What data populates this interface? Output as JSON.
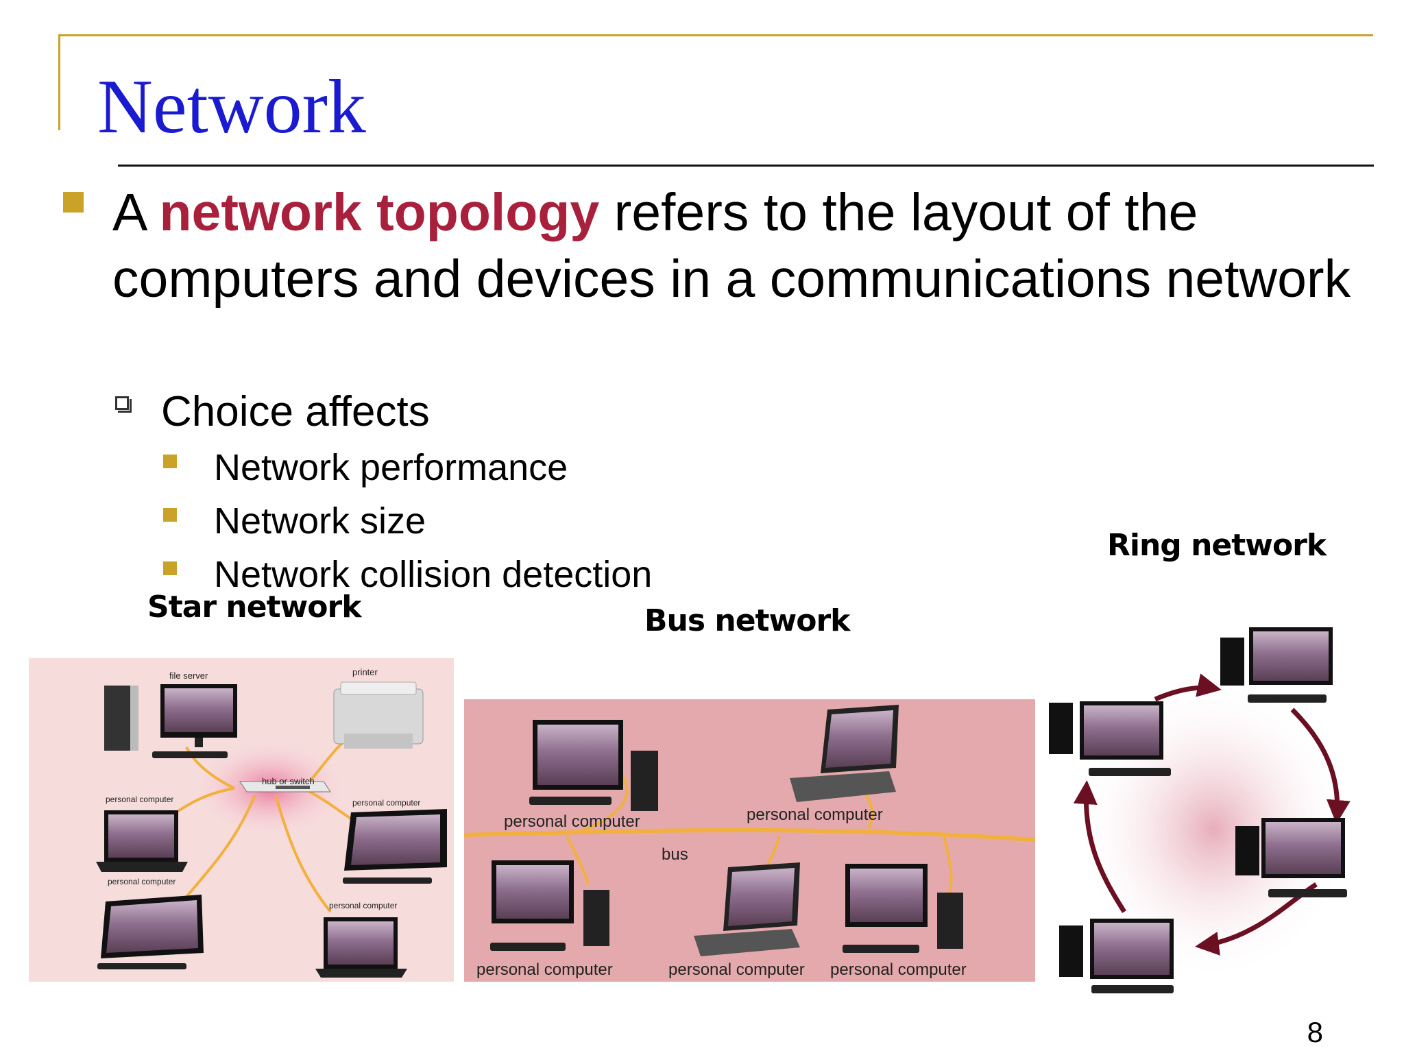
{
  "slide": {
    "title": "Network",
    "page_number": "8"
  },
  "bullet1": {
    "prefix": "A ",
    "highlight": "network topology",
    "rest": " refers to the layout of the computers and devices in a communications network"
  },
  "bullet2": {
    "text": "Choice affects"
  },
  "sub_bullets": [
    "Network performance",
    "Network size",
    "Network collision detection"
  ],
  "diagrams": {
    "star": {
      "label": "Star network",
      "file_server": "file server",
      "printer": "printer",
      "hub": "hub or switch",
      "pc_left_top": "personal computer",
      "pc_right_top": "personal computer",
      "pc_left_bottom": "personal computer",
      "pc_right_bottom": "personal computer"
    },
    "bus": {
      "label": "Bus network",
      "bus_label": "bus",
      "pc_top_left": "personal computer",
      "pc_top_right": "personal computer",
      "pc_bottom_left": "personal computer",
      "pc_bottom_mid": "personal computer",
      "pc_bottom_right": "personal computer"
    },
    "ring": {
      "label": "Ring network"
    }
  },
  "colors": {
    "title": "#1a1ad0",
    "accent_gold": "#c9a227",
    "highlight": "#a8203c",
    "ring_arrow": "#6b0f22"
  }
}
